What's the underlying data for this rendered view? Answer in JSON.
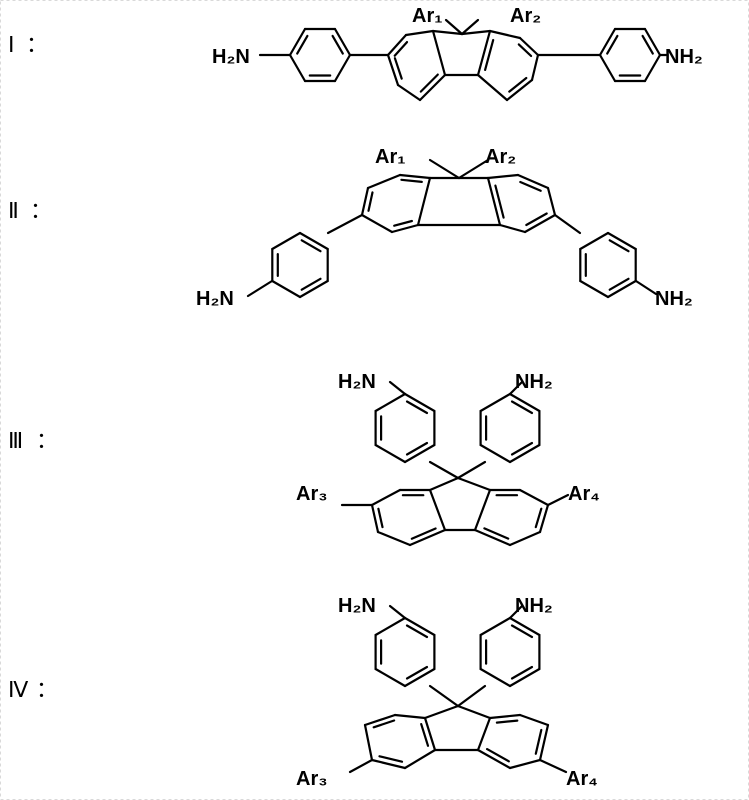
{
  "panels": [
    {
      "roman": "Ⅰ",
      "sep": "：",
      "labels": {
        "left": "H₂N",
        "right": "NH₂",
        "ar_left": "Ar₁",
        "ar_right": "Ar₂"
      }
    },
    {
      "roman": "Ⅱ",
      "sep": "：",
      "labels": {
        "left": "H₂N",
        "right": "NH₂",
        "ar_left": "Ar₁",
        "ar_right": "Ar₂"
      }
    },
    {
      "roman": "Ⅲ",
      "sep": "：",
      "labels": {
        "top_left": "H₂N",
        "top_right": "NH₂",
        "ar_left": "Ar₃",
        "ar_right": "Ar₄"
      }
    },
    {
      "roman": "Ⅳ",
      "sep": "：",
      "labels": {
        "top_left": "H₂N",
        "top_right": "NH₂",
        "ar_left": "Ar₃",
        "ar_right": "Ar₄"
      }
    }
  ]
}
